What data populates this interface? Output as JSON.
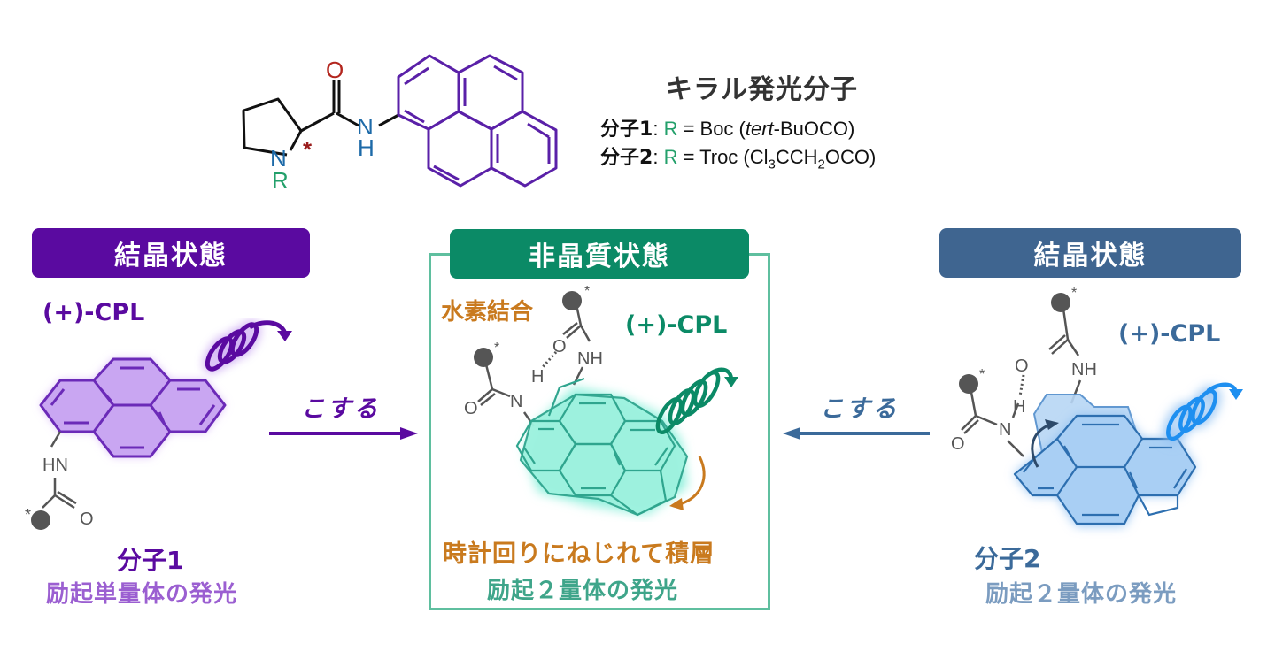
{
  "header": {
    "title": "キラル発光分子",
    "molecule1": {
      "label": "分子1",
      "sep": ":",
      "r": "R",
      "rest": " = Boc (",
      "italic": "tert",
      "tail": "-BuOCO)"
    },
    "molecule2": {
      "label": "分子2",
      "sep": ":",
      "r": "R",
      "rest": " = Troc (Cl",
      "sub1": "3",
      "mid": "CCH",
      "sub2": "2",
      "tail": "OCO)"
    }
  },
  "structure": {
    "oxygen": "O",
    "nitrogen_amide": "N",
    "hydrogen_amide": "H",
    "nitrogen_ring": "N",
    "r_group": "R",
    "stereo_mark": "*"
  },
  "panels": [
    {
      "id": "left",
      "state": "結晶状態",
      "cpl": "(+)-CPL",
      "molecule": "分子1",
      "emission": "励起単量体の発光",
      "substituent": {
        "nh": "HN",
        "o": "O",
        "star": "*"
      }
    },
    {
      "id": "center",
      "state": "非晶質状態",
      "hbond": "水素結合",
      "cpl": "(+)-CPL",
      "stacking": "時計回りにねじれて積層",
      "emission": "励起２量体の発光",
      "substituent": {
        "nh": "NH",
        "n": "N",
        "h": "H",
        "o1": "O",
        "o2": "O",
        "star": "*"
      }
    },
    {
      "id": "right",
      "state": "結晶状態",
      "cpl": "(+)-CPL",
      "molecule": "分子2",
      "emission": "励起２量体の発光",
      "substituent": {
        "nh": "NH",
        "n": "N",
        "h": "H",
        "o1": "O",
        "o2": "O",
        "star": "*"
      }
    }
  ],
  "arrows": {
    "left": {
      "label": "こする",
      "direction": "right"
    },
    "right": {
      "label": "こする",
      "direction": "left"
    }
  },
  "colors": {
    "purple": "#5a0aa0",
    "purple_light": "#9b5fd1",
    "purple_fill": "#c9a6f2",
    "green": "#0b8a66",
    "green_border": "#5fbf9f",
    "teal_fill": "#7de8d3",
    "orange": "#c97a1e",
    "blue_header": "#3f6590",
    "blue_text": "#3b6a9a",
    "blue_fill": "#8fc0f2",
    "blue_bright": "#1e8ff0",
    "oxygen_red": "#b3261e",
    "nitrogen_blue": "#1d6aa8",
    "r_green": "#23a06b",
    "gray": "#555555"
  }
}
